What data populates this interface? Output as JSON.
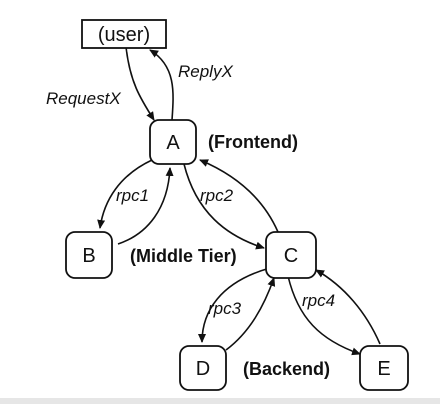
{
  "nodes": {
    "user": "(user)",
    "a": "A",
    "b": "B",
    "c": "C",
    "d": "D",
    "e": "E"
  },
  "groups": {
    "frontend": "(Frontend)",
    "middle_tier": "(Middle Tier)",
    "backend": "(Backend)"
  },
  "edges": {
    "request": "RequestX",
    "reply": "ReplyX",
    "rpc1": "rpc1",
    "rpc2": "rpc2",
    "rpc3": "rpc3",
    "rpc4": "rpc4"
  },
  "colors": {
    "line": "#111111",
    "background": "#ffffff"
  }
}
